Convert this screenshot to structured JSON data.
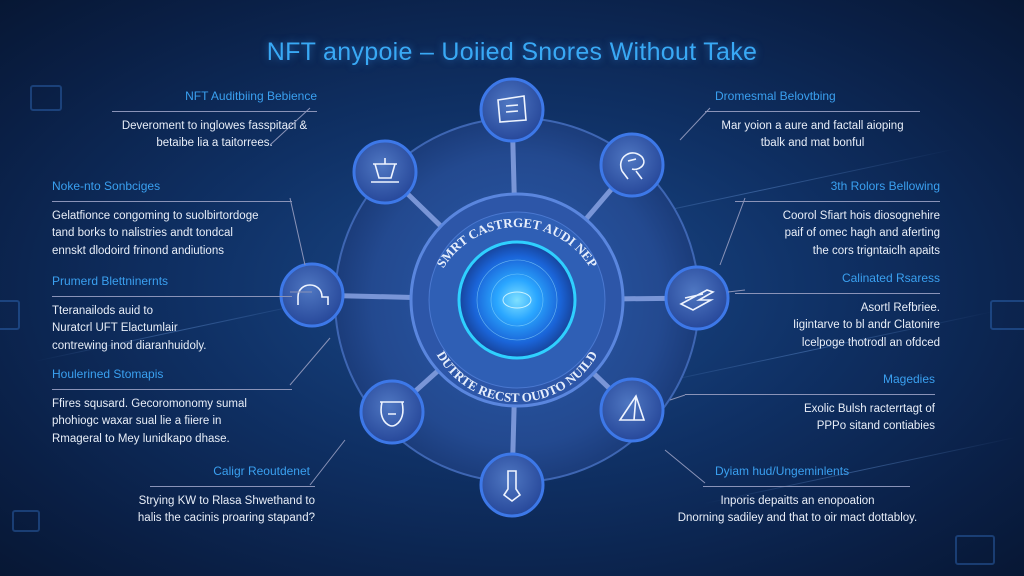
{
  "title": "NFT anypoie – Uoiied Snores Without Take",
  "hub": {
    "ring_top_text": "SMRT CASTRGET AUDI  NEP",
    "ring_bottom_text": "DUTRTE RECST  OUDTO NUILD"
  },
  "left_blocks": [
    {
      "heading": "NFT Auditbiing Bebience",
      "lines": [
        "Deveroment to inglowes fasspitaci &",
        "betaibe lia a taitorrees."
      ]
    },
    {
      "heading": "Noke-nto Sonbciges",
      "lines": [
        "Gelatfionce congoming to suolbirtordoge",
        "tand borks to nalistries andt tondcal",
        "ennskt dlodoird frinond andiutions"
      ]
    },
    {
      "heading": "Prumerd Blettninernts",
      "lines": [
        "Tteranailods auid to",
        "Nuratcrl UFT Elactumlair",
        "contrewing inod diaranhuidoly."
      ]
    },
    {
      "heading": "Houlerined Stomapis",
      "lines": [
        "Ffires squsard. Gecoromonomy sumal",
        "phohiogc waxar sual lie a fiiere in",
        "Rmageral to Mey lunidkapo dhase."
      ]
    },
    {
      "heading": "Caligr Reoutdenet",
      "lines": [
        "Strying KW to Rlasa Shwethand to",
        "halis the cacinis proaring stapand?"
      ]
    }
  ],
  "right_blocks": [
    {
      "heading": "Dromesmal Belovtbing",
      "lines": [
        "Mar yoion a aure and factall aioping",
        "tbalk and mat bonful"
      ]
    },
    {
      "heading": "3th Rolors Bellowing",
      "lines": [
        "Coorol Sfiart hois diosognehire",
        "paif of omec hagh and aferting",
        "the cors trigntaiclh apaits"
      ]
    },
    {
      "heading": "Calinated Rsaress",
      "lines": [
        "Asortl Refbriee.",
        "Iigintarve to bl andr Clatonire",
        "lcelpoge thotrodl an ofdced"
      ]
    },
    {
      "heading": "Magedies",
      "lines": [
        "Exolic Bulsh racterrtagt of",
        "PPPo sitand contiabies"
      ]
    },
    {
      "heading": "Dyiam hud/Ungeminlents",
      "lines": [
        "Inporis depaitts an enopoation",
        "Dnorning sadiley and that to oir mact dottabloy."
      ]
    }
  ],
  "icons": [
    "document-icon",
    "brain-icon",
    "speed-icon",
    "pyramid-icon",
    "hand-tool-icon",
    "shield-icon",
    "dome-icon",
    "robot-icon"
  ],
  "colors": {
    "accent": "#39a9f5",
    "background": "#0b2350",
    "node": "#2f5aa8",
    "node_border": "#3d78e8"
  }
}
